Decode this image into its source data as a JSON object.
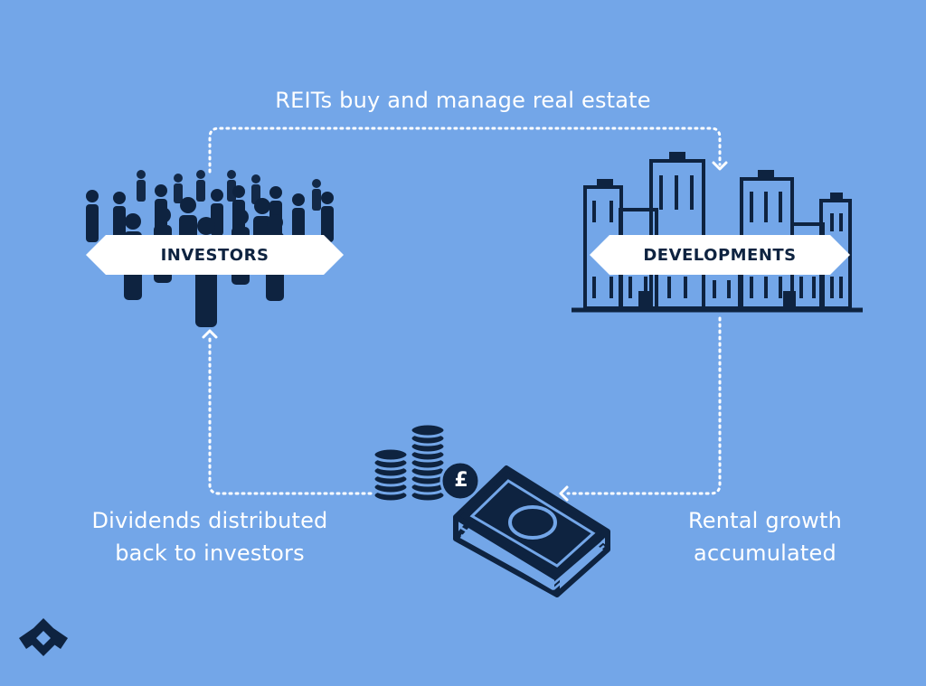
{
  "diagram": {
    "top_caption": "REITs buy and manage real estate",
    "investors_label": "INVESTORS",
    "developments_label": "DEVELOPMENTS",
    "left_caption": [
      "Dividends distributed",
      "back to investors"
    ],
    "right_caption": [
      "Rental growth",
      "accumulated"
    ],
    "currency_symbol": "£"
  },
  "colors": {
    "background": "#73a6e8",
    "icon_navy": "#0e2340",
    "text_white": "#ffffff",
    "banner_fill": "#ffffff"
  },
  "icons": [
    "crowd-icon",
    "buildings-icon",
    "coin-stack-icon",
    "cash-stack-icon",
    "pound-coin-icon",
    "brand-logo-icon"
  ]
}
